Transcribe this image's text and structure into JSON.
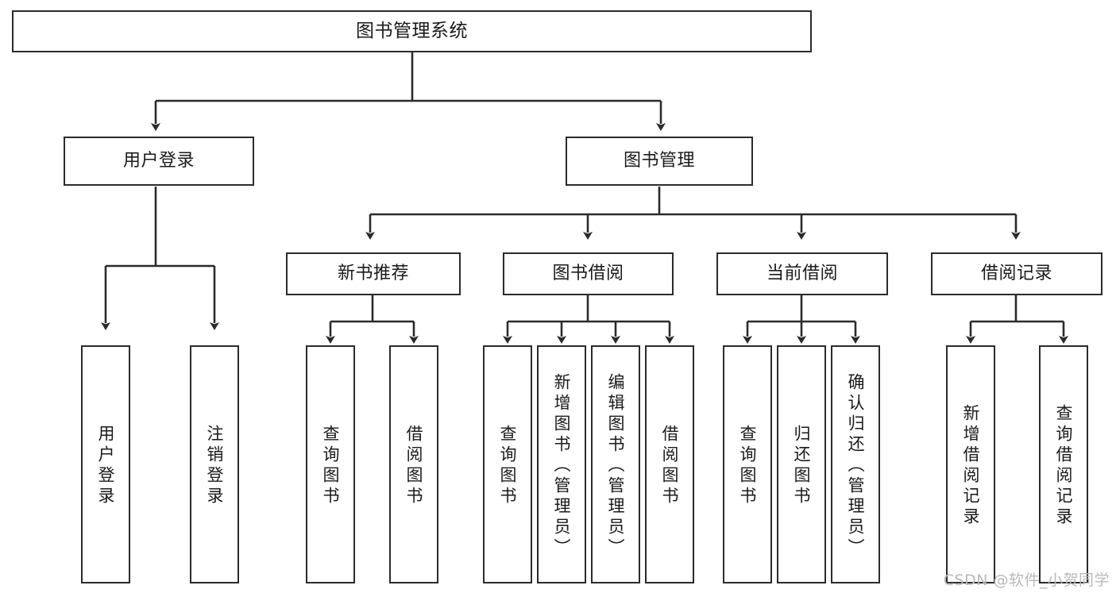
{
  "diagram": {
    "title": "图书管理系统",
    "type": "tree-hierarchy",
    "colors": {
      "stroke": "#2b2b2b",
      "fill": "#ffffff",
      "text": "#1a1a1a",
      "watermark": "#b9b9b9"
    }
  },
  "root": {
    "label": "图书管理系统"
  },
  "level2": [
    {
      "label": "用户登录"
    },
    {
      "label": "图书管理"
    }
  ],
  "level3": [
    {
      "label": "新书推荐"
    },
    {
      "label": "图书借阅"
    },
    {
      "label": "当前借阅"
    },
    {
      "label": "借阅记录"
    }
  ],
  "leaves": {
    "user_login": [
      {
        "label": "用户登录"
      },
      {
        "label": "注销登录"
      }
    ],
    "new_book_recommend": [
      {
        "label": "查询图书"
      },
      {
        "label": "借阅图书"
      }
    ],
    "book_borrow": [
      {
        "label": "查询图书"
      },
      {
        "label": "新增图书（管理员）"
      },
      {
        "label": "编辑图书（管理员）"
      },
      {
        "label": "借阅图书"
      }
    ],
    "current_borrow": [
      {
        "label": "查询图书"
      },
      {
        "label": "归还图书"
      },
      {
        "label": "确认归还（管理员）"
      }
    ],
    "borrow_records": [
      {
        "label": "新增借阅记录"
      },
      {
        "label": "查询借阅记录"
      }
    ]
  },
  "watermark": {
    "text": "CSDN @软件_小贺同学"
  }
}
